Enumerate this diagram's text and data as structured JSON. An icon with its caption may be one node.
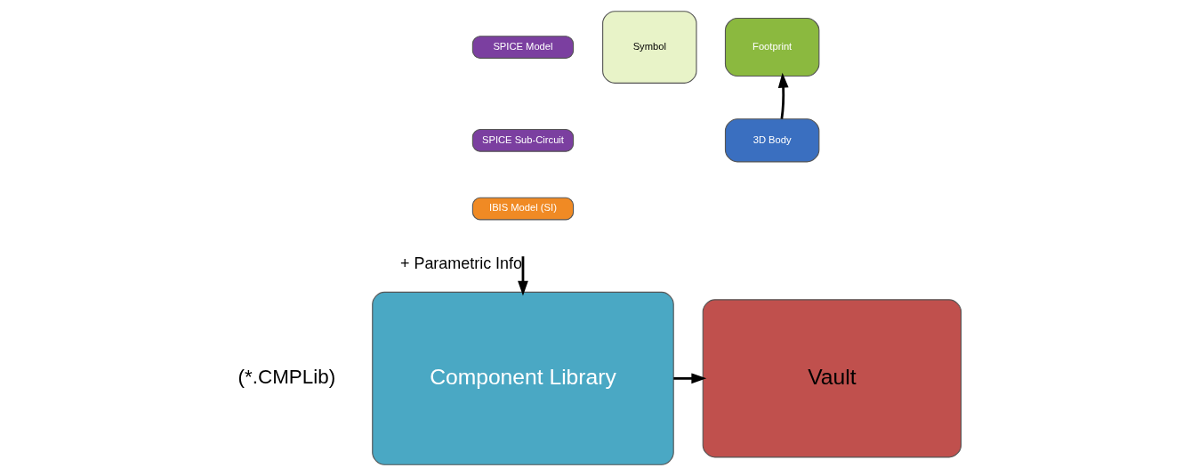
{
  "diagram": {
    "nodes": [
      {
        "text": [
          "SPICE Model"
        ]
      },
      {
        "text": [
          "SPICE Sub-Circuit"
        ]
      },
      {
        "text": [
          "IBIS Model (SI)"
        ]
      },
      {
        "text": [
          "Symbol"
        ]
      },
      {
        "text": [
          "Footprint"
        ]
      },
      {
        "text": [
          "3D Body"
        ]
      },
      {
        "text": [
          "Component Library"
        ],
        "beside": [
          "(*.CMPLib)"
        ]
      },
      {
        "text": [
          "Vault"
        ]
      }
    ],
    "edges": [
      {
        "from": 5,
        "to": 4,
        "arrow": "to"
      },
      {
        "from": null,
        "to": 6,
        "arrow": "to",
        "label": "+ Parametric Info"
      },
      {
        "from": 6,
        "to": 7,
        "arrow": "to"
      }
    ]
  }
}
